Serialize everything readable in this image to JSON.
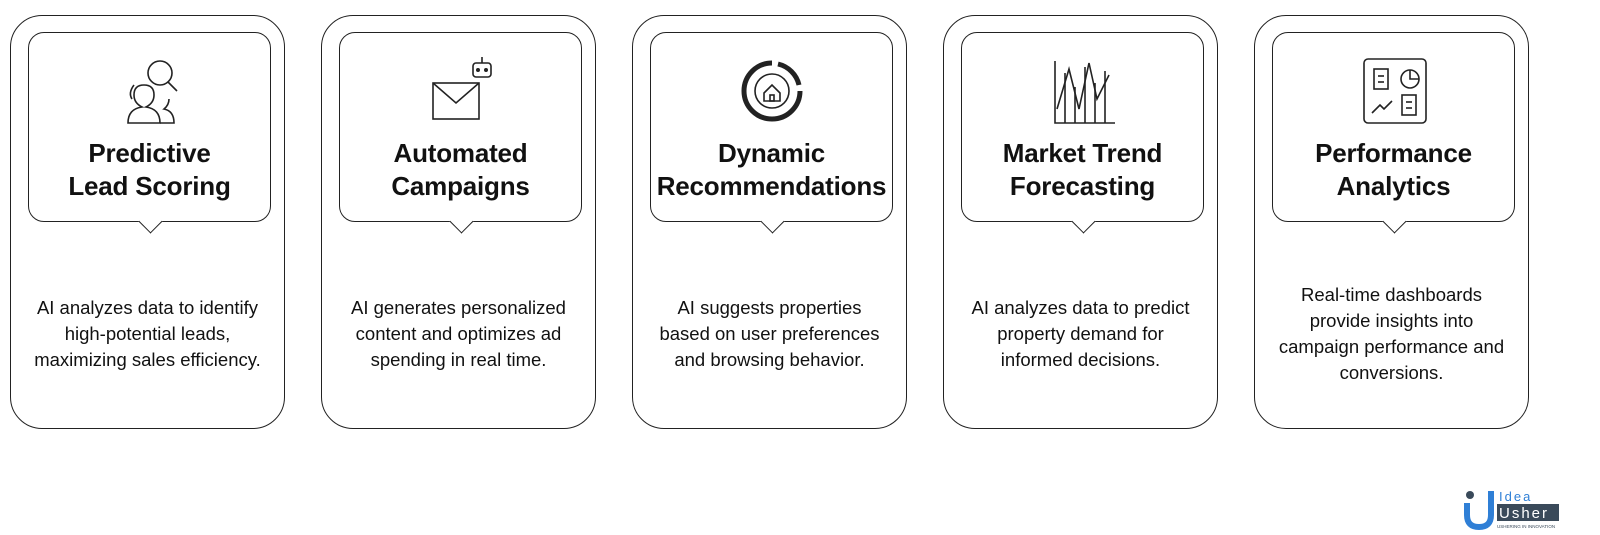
{
  "cards": [
    {
      "title": "Predictive Lead Scoring",
      "icon": "people-search-icon",
      "body": "AI analyzes data to identify high-potential leads, maximizing sales efficiency."
    },
    {
      "title": "Automated Campaigns",
      "icon": "envelope-robot-icon",
      "body": "AI generates personalized content and optimizes ad spending in real time."
    },
    {
      "title": "Dynamic Recommendations",
      "icon": "home-target-icon",
      "body": "AI suggests properties based on user preferences and browsing behavior."
    },
    {
      "title": "Market Trend Forecasting",
      "icon": "trend-chart-icon",
      "body": "AI analyzes data to predict property demand for informed decisions."
    },
    {
      "title": "Performance Analytics",
      "icon": "dashboard-icon",
      "body": "Real-time dashboards provide insights into campaign performance and conversions."
    }
  ],
  "logo": {
    "line1": "Idea",
    "line2": "Usher",
    "tagline": "USHERING IN INNOVATION",
    "colors": {
      "blue": "#2f7fd6",
      "dark": "#3a4a5a"
    }
  }
}
